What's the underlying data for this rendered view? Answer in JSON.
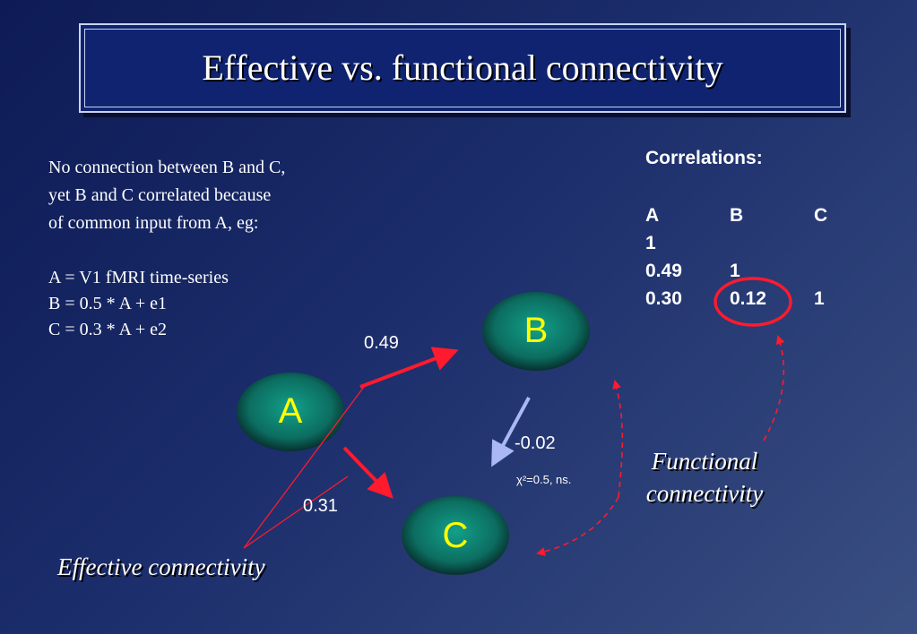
{
  "title": "Effective vs. functional connectivity",
  "description": {
    "line1": "No connection between B and C,",
    "line2": "yet B and C correlated because",
    "line3": "of common input from A, eg:"
  },
  "equations": {
    "a": "A = V1 fMRI time-series",
    "b": "B = 0.5 * A + e1",
    "c": "C = 0.3 * A + e2"
  },
  "correlations": {
    "title": "Correlations:",
    "header": [
      "A",
      "B",
      "C"
    ],
    "rows": [
      [
        "1",
        "",
        ""
      ],
      [
        "0.49",
        "1",
        ""
      ],
      [
        "0.30",
        "0.12",
        "1"
      ]
    ]
  },
  "nodes": {
    "a": "A",
    "b": "B",
    "c": "C"
  },
  "edges": {
    "ab": "0.49",
    "ac": "0.31",
    "bc": "-0.02",
    "chi": "χ²=0.5, ns."
  },
  "captions": {
    "effective": "Effective connectivity",
    "functional_line1": "Functional",
    "functional_line2": "connectivity"
  },
  "colors": {
    "node_fill": "#0e7c6e",
    "node_label": "#ffff00",
    "arrow_red": "#ff1a2e",
    "arrow_blue": "#aab8f5",
    "highlight_ring": "#ff1a2e"
  }
}
